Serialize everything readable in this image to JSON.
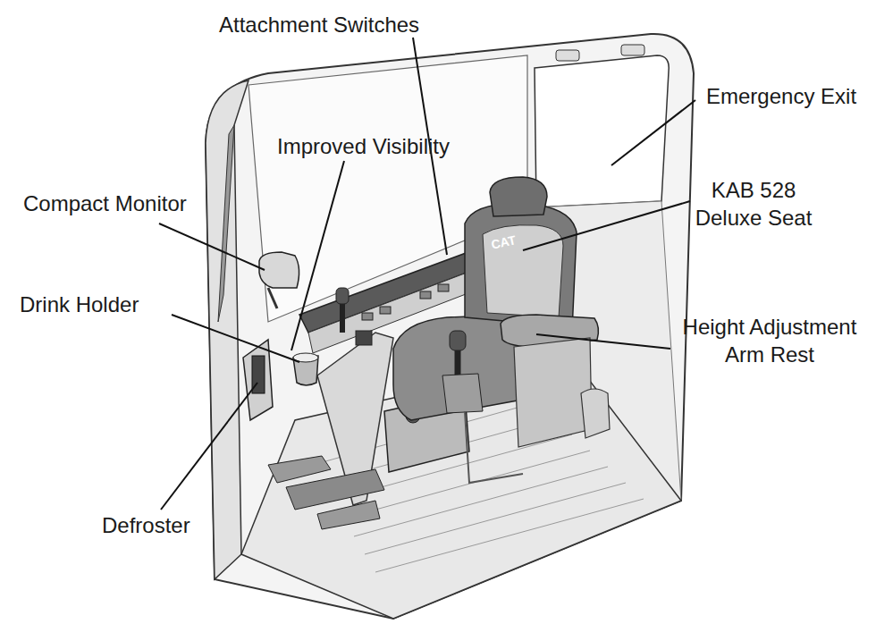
{
  "diagram": {
    "labels": [
      "Attachment Switches",
      "Improved Visibility",
      "Compact Monitor",
      "Emergency Exit",
      "KAB 528 Deluxe Seat",
      "Drink Holder",
      "Height Adjustment Arm Rest",
      "Defroster",
      "CAT"
    ]
  }
}
